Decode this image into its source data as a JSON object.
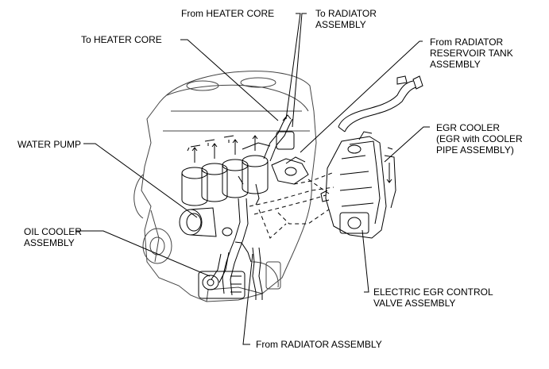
{
  "labels": {
    "from_heater_core": "From HEATER CORE",
    "to_heater_core": "To HEATER CORE",
    "to_radiator_1": "To RADIATOR",
    "to_radiator_2": "ASSEMBLY",
    "reservoir_1": "From RADIATOR",
    "reservoir_2": "RESERVOIR TANK",
    "reservoir_3": "ASSEMBLY",
    "water_pump": "WATER PUMP",
    "egr_cooler_1": "EGR COOLER",
    "egr_cooler_2": "(EGR with COOLER",
    "egr_cooler_3": "PIPE ASSEMBLY)",
    "oil_cooler_1": "OIL COOLER",
    "oil_cooler_2": "ASSEMBLY",
    "egr_valve_1": "ELECTRIC EGR CONTROL",
    "egr_valve_2": "VALVE ASSEMBLY",
    "from_radiator": "From RADIATOR ASSEMBLY"
  },
  "colors": {
    "line": "#000000",
    "background": "#ffffff"
  }
}
